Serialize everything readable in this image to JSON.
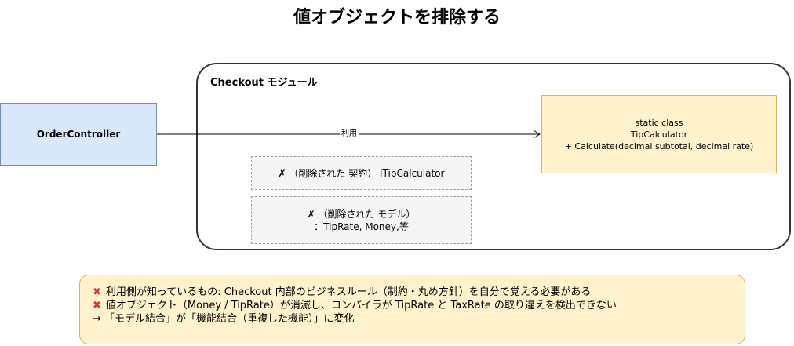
{
  "title": "値オブジェクトを排除する",
  "module": {
    "label": "Checkout モジュール"
  },
  "order_controller": {
    "label": "OrderController"
  },
  "tip_calculator": {
    "line1": "static class",
    "line2": "TipCalculator",
    "line3": "+ Calculate(decimal subtotal, decimal rate)"
  },
  "edge": {
    "label": "利用"
  },
  "removed_contract": {
    "text": "✗ （削除された 契約） ITipCalculator"
  },
  "removed_model": {
    "line1": "✗ （削除された モデル）",
    "line2": "：TipRate, Money,等"
  },
  "note": {
    "line1": "利用側が知っているもの: Checkout 内部のビジネスルール（制約・丸め方針）を自分で覚える必要がある",
    "line2": "値オブジェクト（Money / TipRate）が消滅し、コンパイラが TipRate と TaxRate の取り違えを検出できない",
    "line3": "→ 「モデル結合」が「機能結合（重複した機能）」に変化",
    "cross_mark": "✖"
  },
  "colors": {
    "order_fill": "#dae8fc",
    "order_border": "#6c8ebf",
    "calc_fill": "#fff2cc",
    "calc_border": "#d6b656",
    "removed_fill": "#f5f5f5",
    "cross": "#e0303a"
  }
}
